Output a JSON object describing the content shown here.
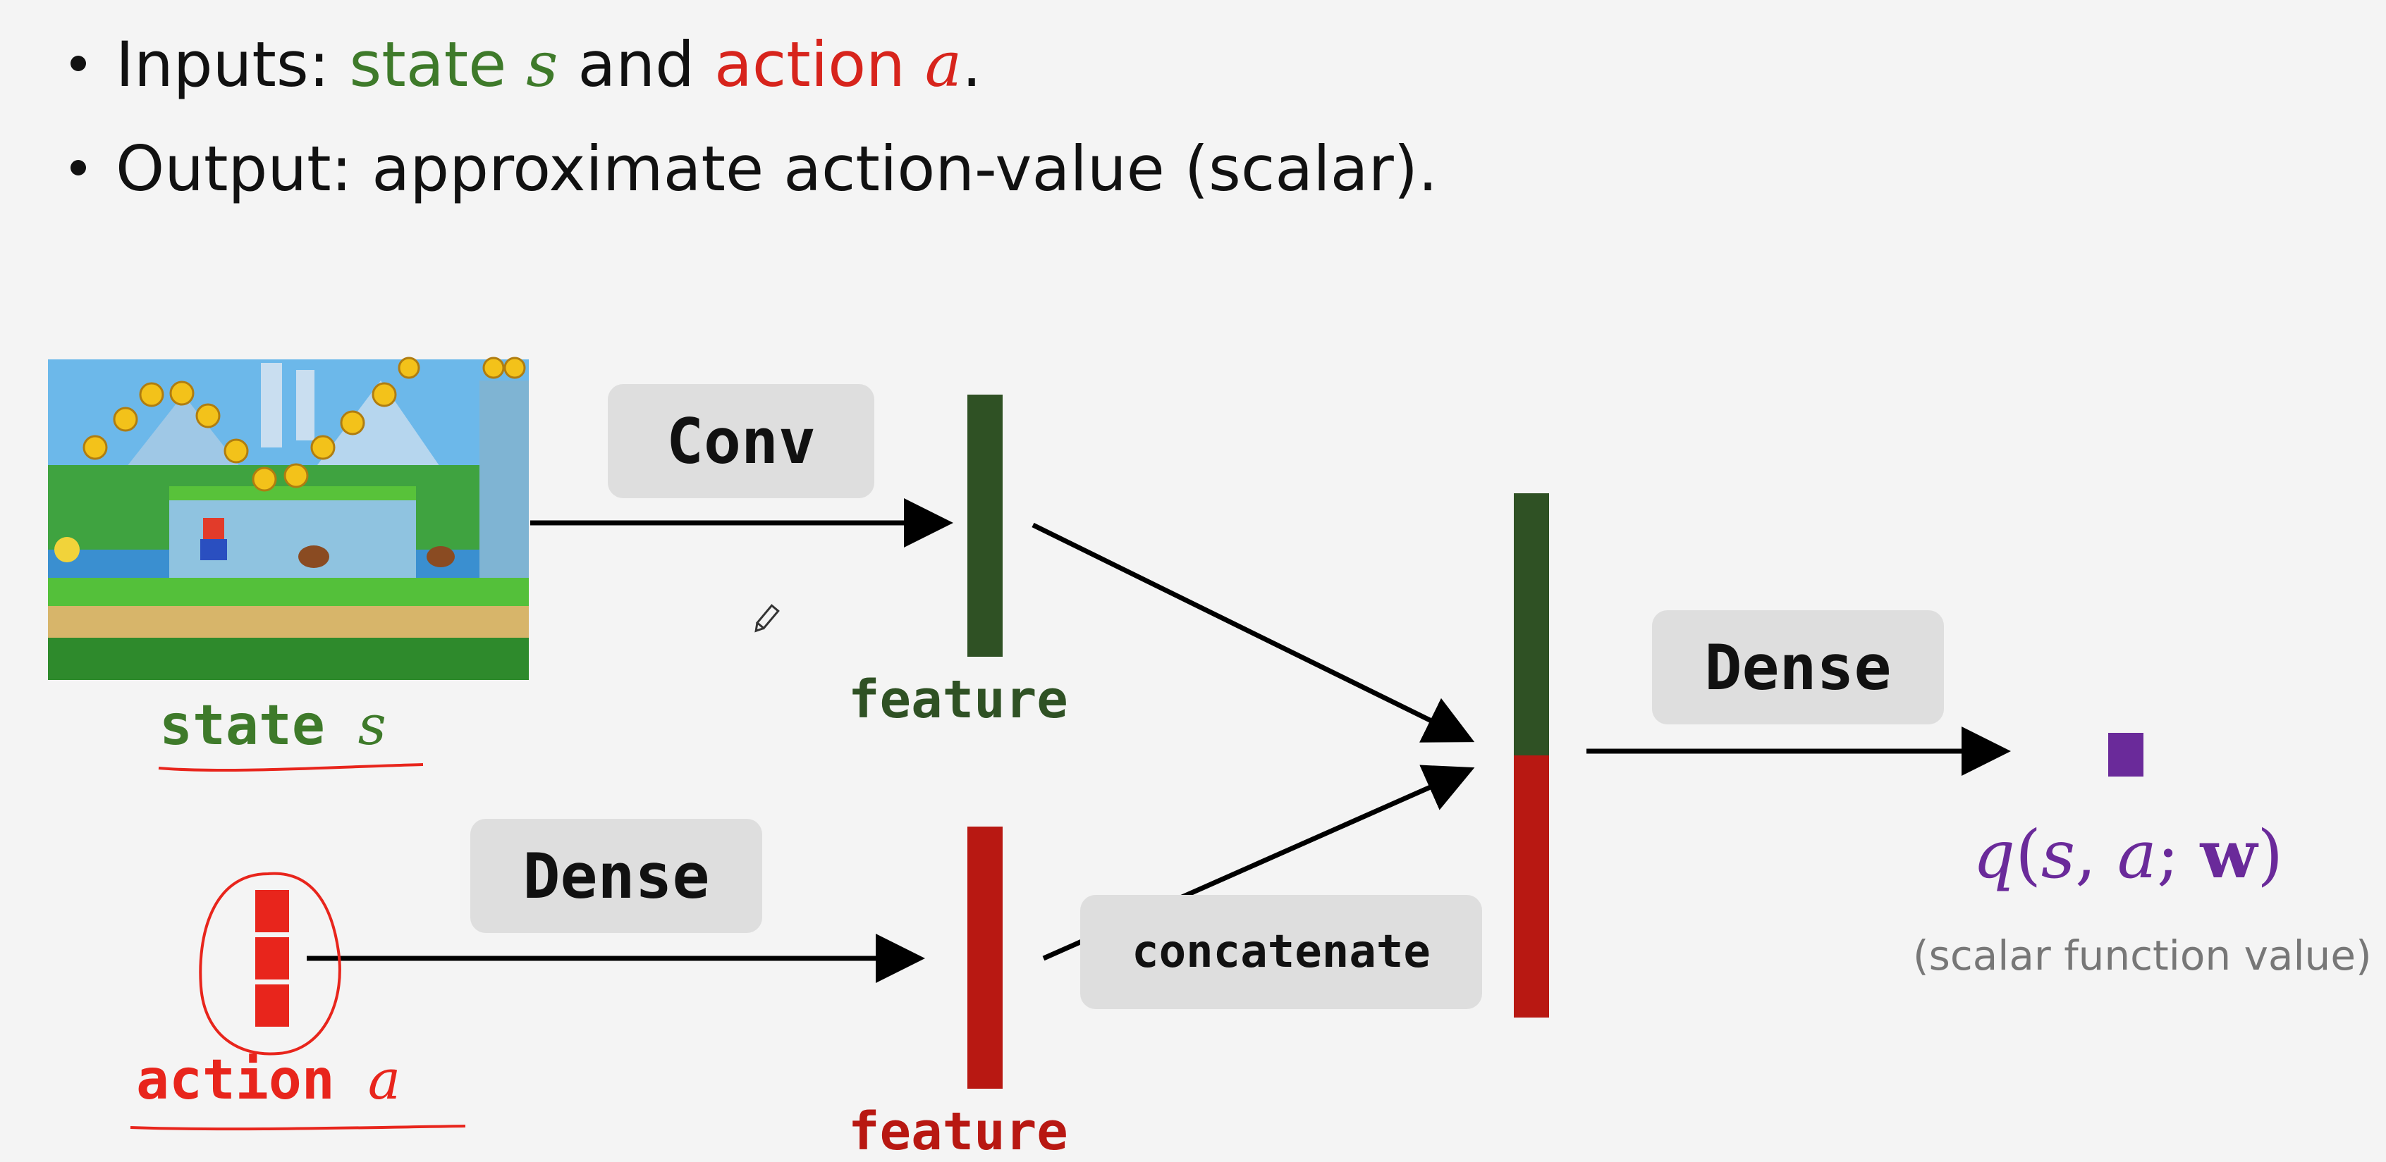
{
  "bullets": {
    "inputs": {
      "prefix": "Inputs: ",
      "state_word": "state ",
      "state_var": "s",
      "and_word": " and ",
      "action_word": "action ",
      "action_var": "a",
      "suffix": "."
    },
    "output": {
      "text": "Output: approximate action-value (scalar)."
    }
  },
  "diagram": {
    "state_label": {
      "word": "state ",
      "var": "s"
    },
    "action_label": {
      "word": "action ",
      "var": "a"
    },
    "conv_box": "Conv",
    "dense_action_box": "Dense",
    "dense_output_box": "Dense",
    "concat_box": "concatenate",
    "feature_top": "feature",
    "feature_bottom": "feature",
    "output_formula": {
      "q": "q",
      "open": "(",
      "s": "s",
      "c1": ", ",
      "a": "a",
      "semi": "; ",
      "w": "w",
      "close": ")"
    },
    "output_caption": "(scalar function value)"
  },
  "colors": {
    "state_green": "#3e7a2a",
    "feature_green": "#2f5124",
    "action_red": "#d7241c",
    "feature_red": "#b81812",
    "output_purple": "#6a2a9a",
    "box_gray": "#dedede"
  },
  "icons": [
    "mario-game-screenshot",
    "pencil-cursor-icon"
  ]
}
